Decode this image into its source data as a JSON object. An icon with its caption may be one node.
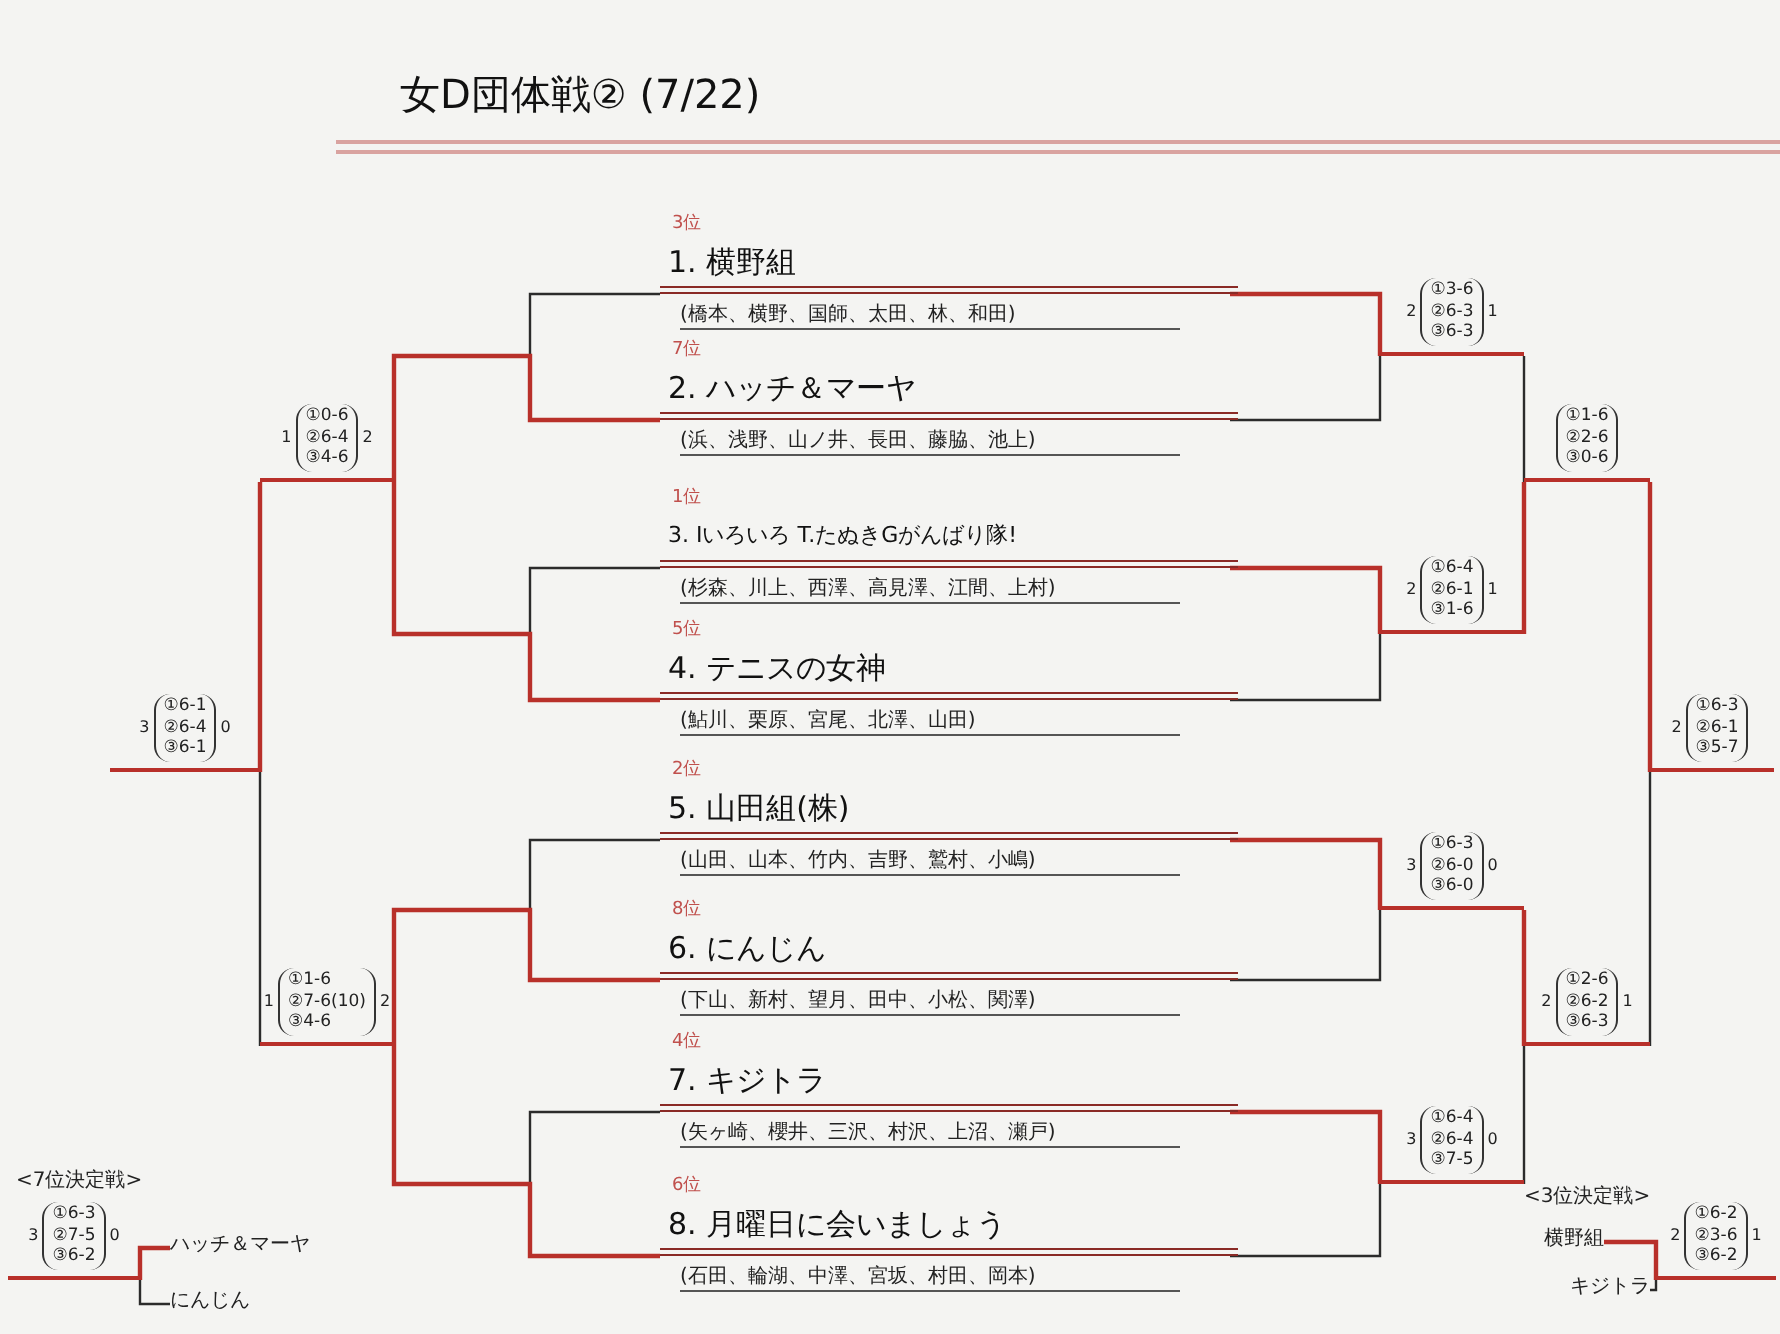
{
  "diagram": {
    "title": "女D団体戦② (7/22)",
    "nodes": [
      {
        "text": [
          "1. 横野組",
          "(橋本、横野、国師、太田、林、和田)"
        ],
        "beside": [
          "3位"
        ]
      },
      {
        "text": [
          "2. ハッチ＆マーヤ",
          "(浜、浅野、山ノ井、長田、藤脇、池上)"
        ],
        "beside": [
          "7位"
        ]
      },
      {
        "text": [
          "3. Iいろいろ T.たぬきGがんばり隊!",
          "(杉森、川上、西澤、高見澤、江間、上村)"
        ],
        "beside": [
          "1位"
        ]
      },
      {
        "text": [
          "4. テニスの女神",
          "(鮎川、栗原、宮尾、北澤、山田)"
        ],
        "beside": [
          "5位"
        ]
      },
      {
        "text": [
          "5. 山田組(株)",
          "(山田、山本、竹内、吉野、鷲村、小嶋)"
        ],
        "beside": [
          "2位"
        ]
      },
      {
        "text": [
          "6. にんじん",
          "(下山、新村、望月、田中、小松、関澤)"
        ],
        "beside": [
          "8位"
        ]
      },
      {
        "text": [
          "7. キジトラ",
          "(矢ヶ崎、櫻井、三沢、村沢、上沼、瀬戸)"
        ],
        "beside": [
          "4位"
        ]
      },
      {
        "text": [
          "8. 月曜日に会いましょう",
          "(石田、輪湖、中澤、宮坂、村田、岡本)"
        ],
        "beside": [
          "6位"
        ]
      },
      {
        "text": [
          "1",
          "①0-6",
          "②6-4",
          "③4-6",
          "2"
        ]
      },
      {
        "text": [
          "3",
          "①6-1",
          "②6-4",
          "③6-1",
          "0"
        ]
      },
      {
        "text": [
          "1",
          "①1-6",
          "②7-6(10)",
          "③4-6",
          "2"
        ]
      },
      {
        "text": [
          "2",
          "①3-6",
          "②6-3",
          "③6-3",
          "1"
        ]
      },
      {
        "text": [
          "①1-6",
          "②2-6",
          "③0-6"
        ]
      },
      {
        "text": [
          "2",
          "①6-4",
          "②6-1",
          "③1-6",
          "1"
        ]
      },
      {
        "text": [
          "2",
          "①6-3",
          "②6-1",
          "③5-7"
        ]
      },
      {
        "text": [
          "3",
          "①6-3",
          "②6-0",
          "③6-0",
          "0"
        ]
      },
      {
        "text": [
          "2",
          "①2-6",
          "②6-2",
          "③6-3",
          "1"
        ]
      },
      {
        "text": [
          "3",
          "①6-4",
          "②6-4",
          "③7-5",
          "0"
        ]
      },
      {
        "text": [
          "3",
          "①6-3",
          "②7-5",
          "③6-2",
          "0"
        ]
      },
      {
        "text": [
          "ハッチ＆マーヤ"
        ]
      },
      {
        "text": [
          "にんじん"
        ]
      },
      {
        "text": [
          "2",
          "①6-2",
          "②3-6",
          "③6-2",
          "1"
        ]
      },
      {
        "text": [
          "横野組"
        ]
      },
      {
        "text": [
          "キジトラ"
        ]
      }
    ],
    "edges": [
      {
        "from": 0,
        "to": 8,
        "arrow": "none"
      },
      {
        "from": 1,
        "to": 8,
        "arrow": "none",
        "color": "#b8302a"
      },
      {
        "from": 2,
        "to": 8,
        "arrow": "none"
      },
      {
        "from": 3,
        "to": 8,
        "arrow": "none",
        "color": "#b8302a"
      },
      {
        "from": 8,
        "to": 9,
        "arrow": "none",
        "color": "#b8302a"
      },
      {
        "from": 4,
        "to": 10,
        "arrow": "none"
      },
      {
        "from": 5,
        "to": 10,
        "arrow": "none",
        "color": "#b8302a"
      },
      {
        "from": 6,
        "to": 10,
        "arrow": "none"
      },
      {
        "from": 7,
        "to": 10,
        "arrow": "none",
        "color": "#b8302a"
      },
      {
        "from": 10,
        "to": 9,
        "arrow": "none"
      },
      {
        "from": 0,
        "to": 11,
        "arrow": "none",
        "color": "#b8302a"
      },
      {
        "from": 1,
        "to": 11,
        "arrow": "none"
      },
      {
        "from": 11,
        "to": 12,
        "arrow": "none"
      },
      {
        "from": 2,
        "to": 13,
        "arrow": "none",
        "color": "#b8302a"
      },
      {
        "from": 3,
        "to": 13,
        "arrow": "none"
      },
      {
        "from": 13,
        "to": 12,
        "arrow": "none",
        "color": "#b8302a"
      },
      {
        "from": 12,
        "to": 14,
        "arrow": "none",
        "color": "#b8302a"
      },
      {
        "from": 4,
        "to": 15,
        "arrow": "none",
        "color": "#b8302a"
      },
      {
        "from": 5,
        "to": 15,
        "arrow": "none"
      },
      {
        "from": 15,
        "to": 16,
        "arrow": "none",
        "color": "#b8302a"
      },
      {
        "from": 6,
        "to": 17,
        "arrow": "none",
        "color": "#b8302a"
      },
      {
        "from": 7,
        "to": 17,
        "arrow": "none"
      },
      {
        "from": 17,
        "to": 16,
        "arrow": "none"
      },
      {
        "from": 16,
        "to": 14,
        "arrow": "none"
      },
      {
        "from": 19,
        "to": 18,
        "arrow": "none",
        "color": "#b8302a"
      },
      {
        "from": 20,
        "to": 18,
        "arrow": "none"
      },
      {
        "from": 22,
        "to": 21,
        "arrow": "none",
        "color": "#b8302a"
      },
      {
        "from": 23,
        "to": 21,
        "arrow": "none"
      }
    ],
    "labels": [
      "<7位決定戦>",
      "<3位決定戦>"
    ]
  }
}
